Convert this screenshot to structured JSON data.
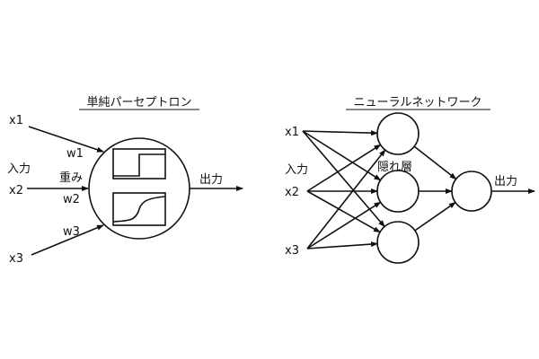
{
  "perceptron": {
    "title": "単純パーセプトロン",
    "inputs": [
      "x1",
      "x2",
      "x3"
    ],
    "input_label": "入力",
    "weights": [
      "w1",
      "w2",
      "w3"
    ],
    "weight_label": "重み",
    "output_label": "出力"
  },
  "network": {
    "title": "ニューラルネットワーク",
    "inputs": [
      "x1",
      "x2",
      "x3"
    ],
    "input_label": "入力",
    "hidden_label": "隠れ層",
    "output_label": "出力"
  }
}
